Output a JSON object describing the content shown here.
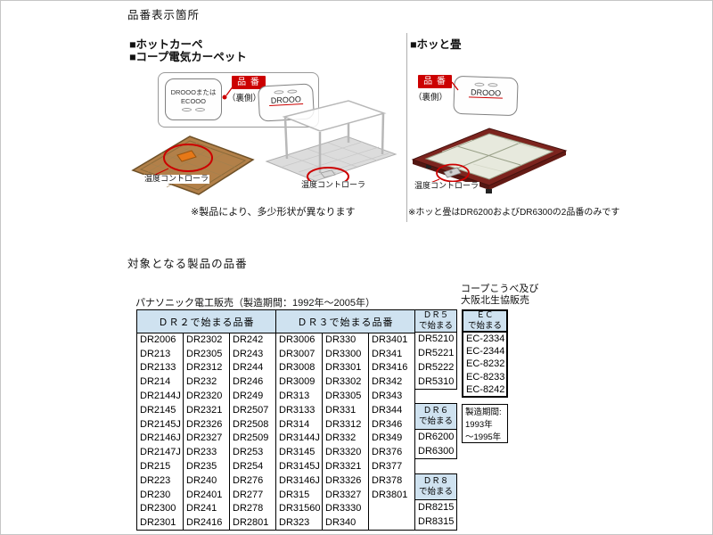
{
  "page": {
    "title": "品番表示箇所",
    "section2_title": "対象となる製品の品番"
  },
  "colors": {
    "accent_red": "#cc0000",
    "table_header_blue": "#cfe2f0"
  },
  "left": {
    "heading1": "■ホットカーペ",
    "heading2": "■コープ電気カーペット",
    "badge": "品 番",
    "back": "（裏側）",
    "ctrl1_line1": "DROOOまたは",
    "ctrl1_line2": "ECOOO",
    "ctrl2": "DROOO",
    "temp": "温度コントローラ",
    "note": "※製品により、多少形状が異なります"
  },
  "right": {
    "heading": "■ホッと畳",
    "badge": "品 番",
    "back": "（裏側）",
    "ctrl": "DROOO",
    "temp": "温度コントローラ",
    "note": "※ホッと畳はDR6200およびDR6300の2品番のみです"
  },
  "products": {
    "vendor_note": "パナソニック電工販売（製造期間：1992年～2005年）",
    "coop_line1": "コープこうべ及び",
    "coop_line2": "大阪北生協販売",
    "header_dr2": "ＤＲ２で始まる品番",
    "header_dr3": "ＤＲ３で始まる品番",
    "dr5_h1": "ＤＲ５",
    "dr5_h2": "で始まる",
    "dr6_h1": "ＤＲ６",
    "dr6_h2": "で始まる",
    "dr8_h1": "ＤＲ８",
    "dr8_h2": "で始まる",
    "ec_h1": "ＥＣ",
    "ec_h2": "で始まる",
    "rows": [
      [
        "DR2006",
        "DR2302",
        "DR242",
        "DR3006",
        "DR330",
        "DR3401"
      ],
      [
        "DR213",
        "DR2305",
        "DR243",
        "DR3007",
        "DR3300",
        "DR341"
      ],
      [
        "DR2133",
        "DR2312",
        "DR244",
        "DR3008",
        "DR3301",
        "DR3416"
      ],
      [
        "DR214",
        "DR232",
        "DR246",
        "DR3009",
        "DR3302",
        "DR342"
      ],
      [
        "DR2144J",
        "DR2320",
        "DR249",
        "DR313",
        "DR3305",
        "DR343"
      ],
      [
        "DR2145",
        "DR2321",
        "DR2507",
        "DR3133",
        "DR331",
        "DR344"
      ],
      [
        "DR2145J",
        "DR2326",
        "DR2508",
        "DR314",
        "DR3312",
        "DR346"
      ],
      [
        "DR2146J",
        "DR2327",
        "DR2509",
        "DR3144J",
        "DR332",
        "DR349"
      ],
      [
        "DR2147J",
        "DR233",
        "DR253",
        "DR3145",
        "DR3320",
        "DR376"
      ],
      [
        "DR215",
        "DR235",
        "DR254",
        "DR3145J",
        "DR3321",
        "DR377"
      ],
      [
        "DR223",
        "DR240",
        "DR276",
        "DR3146J",
        "DR3326",
        "DR378"
      ],
      [
        "DR230",
        "DR2401",
        "DR277",
        "DR315",
        "DR3327",
        "DR3801"
      ],
      [
        "DR2300",
        "DR241",
        "DR278",
        "DR31560",
        "DR3330",
        ""
      ],
      [
        "DR2301",
        "DR2416",
        "DR2801",
        "DR323",
        "DR340",
        ""
      ]
    ],
    "dr5": [
      "DR5210",
      "DR5221",
      "DR5222",
      "DR5310"
    ],
    "dr6": [
      "DR6200",
      "DR6300"
    ],
    "dr8": [
      "DR8215",
      "DR8315"
    ],
    "ec": [
      "EC-2334",
      "EC-2344",
      "EC-8232",
      "EC-8233",
      "EC-8242"
    ],
    "period_line1": "製造期間:",
    "period_line2": "1993年",
    "period_line3": "～1995年"
  }
}
